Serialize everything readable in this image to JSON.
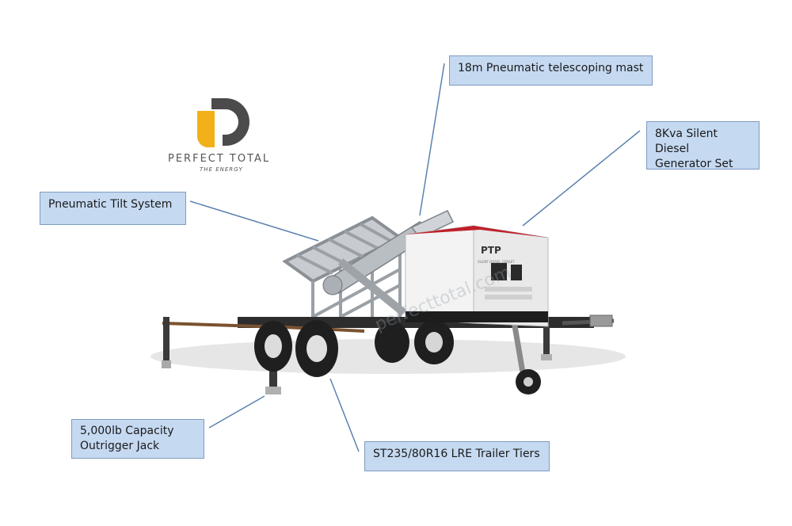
{
  "logo": {
    "wordmark": "PERFECT TOTAL",
    "tagline": "THE ENERGY",
    "accent_color": "#f2b019",
    "dark_color": "#4b4b4b"
  },
  "callouts": {
    "mast": "18m Pneumatic telescoping mast",
    "generator_line1": "8Kva Silent Diesel",
    "generator_line2": "Generator Set",
    "tilt": "Pneumatic Tilt System",
    "jack_line1": "5,000lb Capacity",
    "jack_line2": "Outrigger Jack",
    "tires": "ST235/80R16 LRE Trailer Tiers"
  },
  "generator": {
    "brand": "PTP",
    "sublabel": "SILENT DIESEL GENSET"
  },
  "watermark": "perfecttotal.com",
  "colors": {
    "callout_fill": "#c5d9f1",
    "callout_border": "#7f9cc0",
    "leader_line": "#5b82b0",
    "generator_roof": "#c0202a"
  }
}
